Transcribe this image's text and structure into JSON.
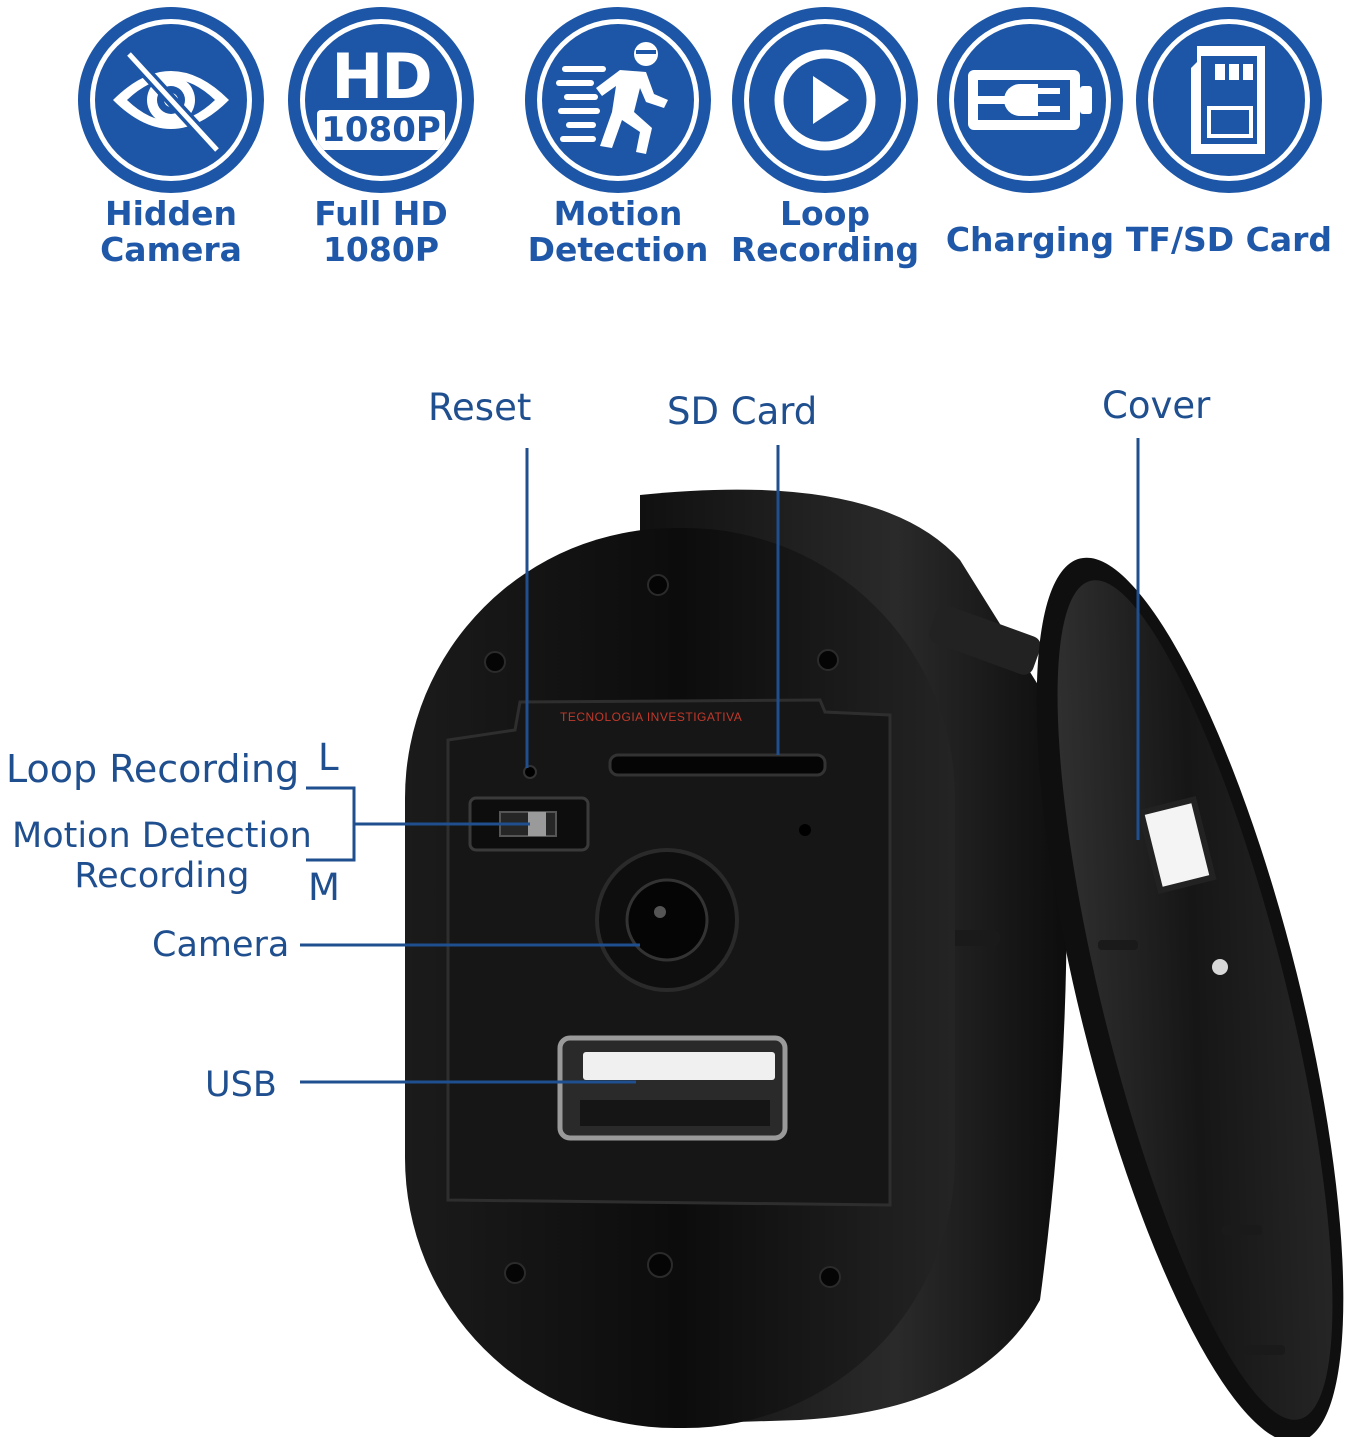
{
  "features": [
    {
      "label": "Hidden\nCamera",
      "icon": "hidden-eye-icon"
    },
    {
      "label": "Full HD\n1080P",
      "icon": "hd-1080p-icon",
      "hd_big": "HD",
      "hd_small": "1080P"
    },
    {
      "label": "Motion\nDetection",
      "icon": "running-man-icon"
    },
    {
      "label": "Loop\nRecording",
      "icon": "play-loop-icon"
    },
    {
      "label": "Charging",
      "icon": "charging-plug-icon"
    },
    {
      "label": "TF/SD Card",
      "icon": "sd-card-icon"
    }
  ],
  "callouts": {
    "reset": "Reset",
    "sd_card": "SD Card",
    "cover": "Cover",
    "loop_recording": "Loop Recording",
    "loop_letter": "L",
    "motion_detection": "Motion Detection\nRecording",
    "motion_letter": "M",
    "camera": "Camera",
    "usb": "USB"
  },
  "watermark": "TECNOLOGIA INVESTIGATIVA",
  "colors": {
    "accent_blue": "#1d56a6",
    "label_blue": "#1f4f8f",
    "device_black": "#111111"
  }
}
